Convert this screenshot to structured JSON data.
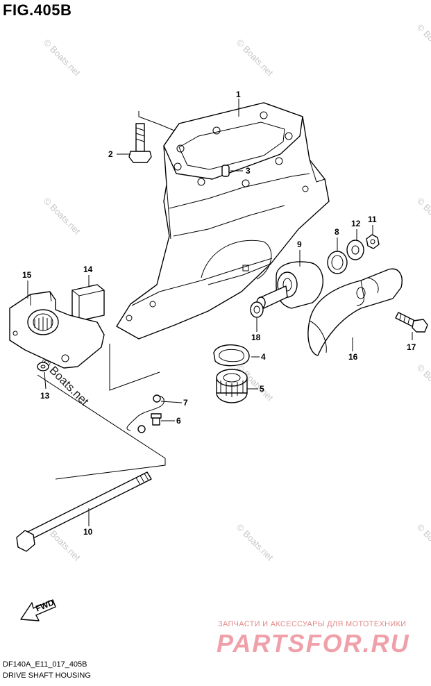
{
  "figure_title": "FIG.405B",
  "footer": {
    "code": "DF140A_E11_017_405B",
    "name": "DRIVE SHAFT HOUSING"
  },
  "branding": {
    "tagline": "ЗАПЧАСТИ И АКСЕССУАРЫ ДЛЯ МОТОТЕХНИКИ",
    "logo": "PARTSFOR.RU"
  },
  "watermark_text": "© Boats.net",
  "fwd_label": "FWD",
  "callouts": {
    "p1": "1",
    "p2": "2",
    "p3": "3",
    "p4": "4",
    "p5": "5",
    "p6": "6",
    "p7": "7",
    "p8": "8",
    "p9": "9",
    "p10": "10",
    "p11": "11",
    "p12": "12",
    "p13": "13",
    "p14": "14",
    "p15": "15",
    "p16": "16",
    "p17": "17",
    "p18": "18"
  },
  "colors": {
    "line": "#000000",
    "watermark": "#c8c8c8",
    "brand": "#f0a0a8"
  }
}
